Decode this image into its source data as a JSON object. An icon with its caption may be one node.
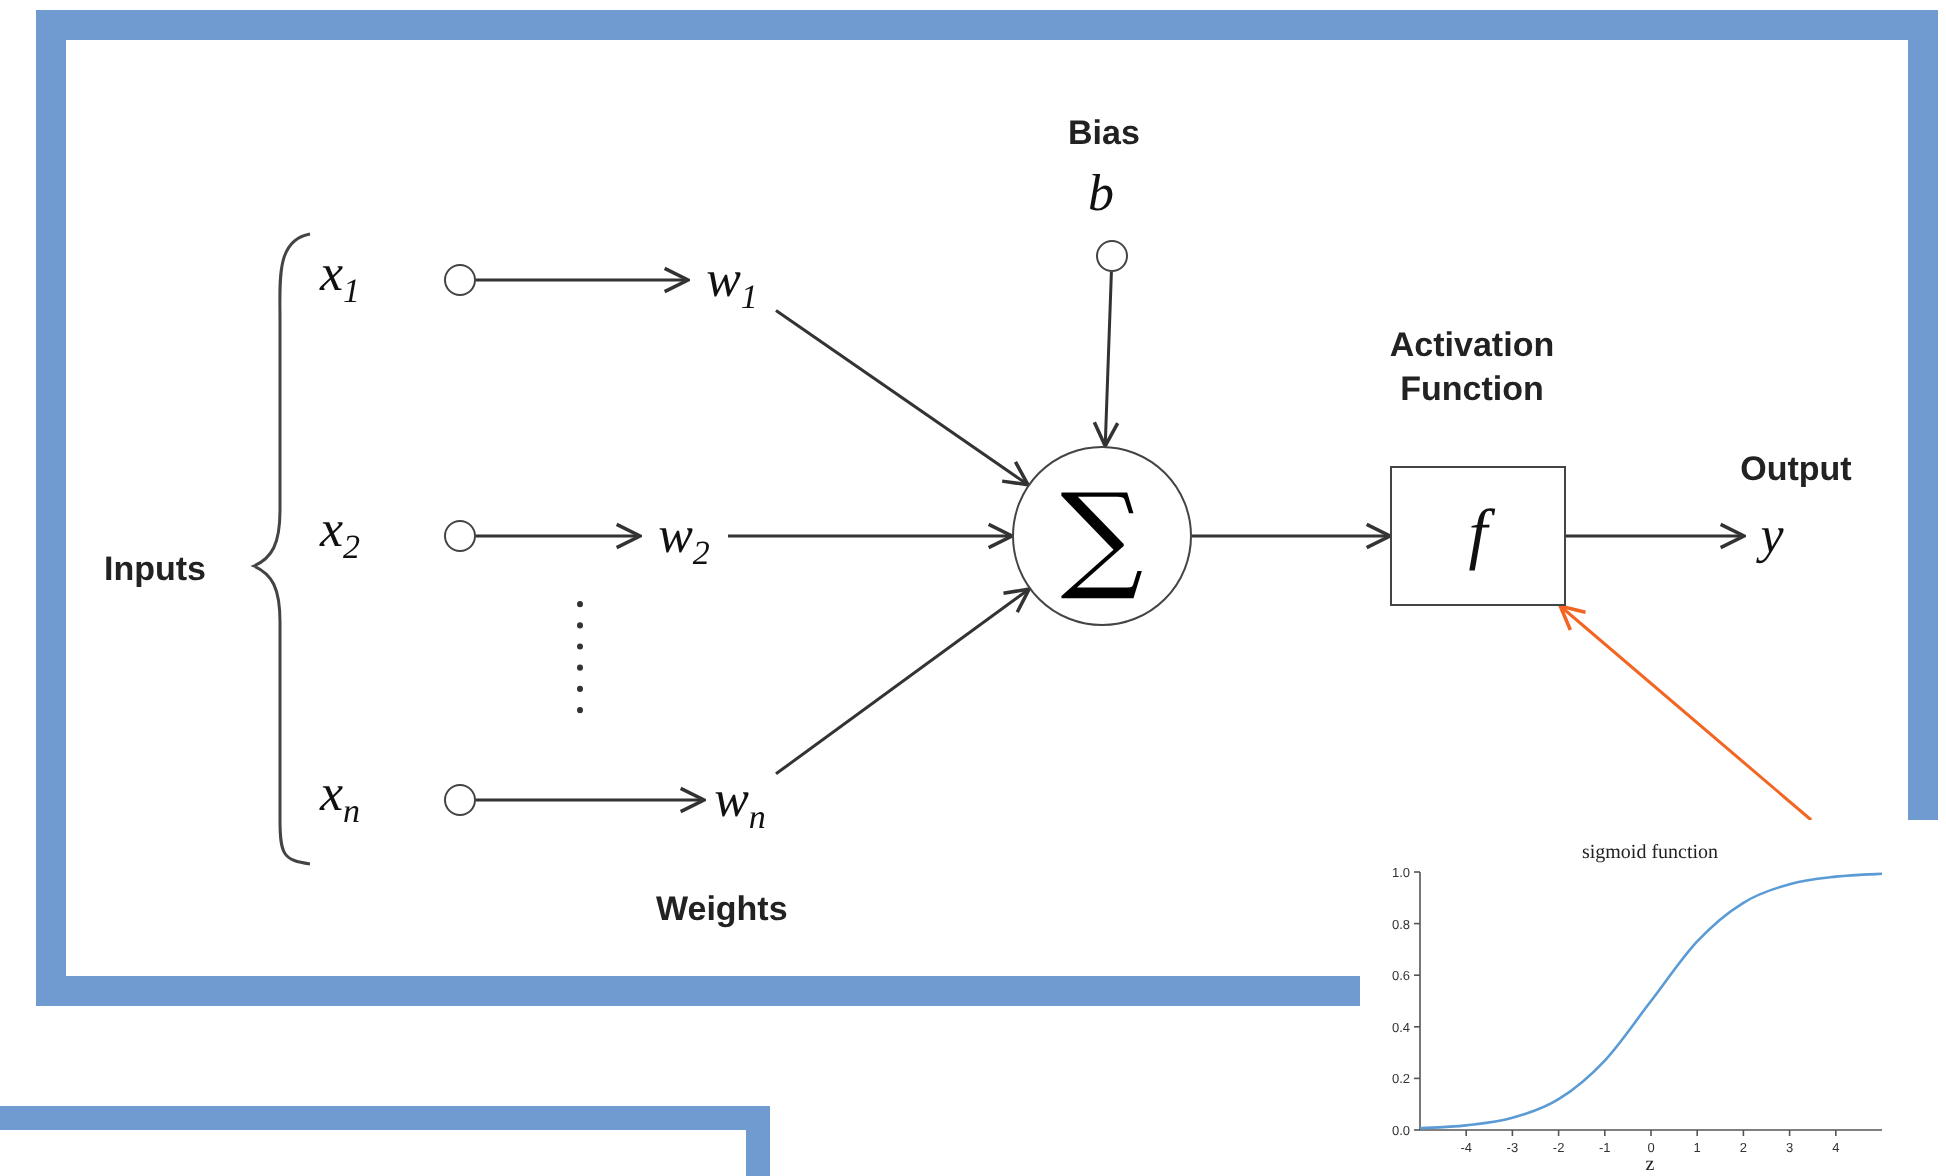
{
  "diagram": {
    "nodes": [
      {
        "text": [],
        "shape": "circle",
        "beside": [
          "x$_{1}$"
        ]
      },
      {
        "text": [],
        "shape": "circle",
        "beside": [
          "x$_{2}$"
        ]
      },
      {
        "text": [],
        "shape": "circle",
        "beside": [
          "x$_{n}$"
        ]
      },
      {
        "text": [
          "w$_{1}$"
        ]
      },
      {
        "text": [
          "w$_{2}$"
        ]
      },
      {
        "text": [
          "w$_{n}$"
        ]
      },
      {
        "text": [],
        "shape": "circle",
        "beside": [
          "Bias",
          "b"
        ]
      },
      {
        "text": [
          "∑"
        ]
      },
      {
        "text": [
          "f"
        ],
        "beside": [
          "Activation Function"
        ]
      },
      {
        "text": [
          "y"
        ],
        "beside": [
          "Output"
        ]
      },
      {
        "text": [],
        "shape": "picture"
      }
    ],
    "edges": [
      {
        "from": 0,
        "to": 3,
        "arrow": "to"
      },
      {
        "from": 1,
        "to": 4,
        "arrow": "to"
      },
      {
        "from": 2,
        "to": 5,
        "arrow": "to"
      },
      {
        "from": 3,
        "to": 7,
        "arrow": "to"
      },
      {
        "from": 4,
        "to": 7,
        "arrow": "to"
      },
      {
        "from": 5,
        "to": 7,
        "arrow": "to"
      },
      {
        "from": 6,
        "to": 7,
        "arrow": "to"
      },
      {
        "from": 7,
        "to": 8,
        "arrow": "to"
      },
      {
        "from": 8,
        "to": 9,
        "arrow": "to"
      },
      {
        "from": 10,
        "to": 8,
        "arrow": "to",
        "color": "#f26522"
      }
    ],
    "labels": [
      "Inputs",
      "Weights"
    ],
    "chart_data": {
      "type": "line",
      "title": "sigmoid function",
      "xlabel": "z",
      "x": [
        -5,
        -4,
        -3,
        -2,
        -1,
        0,
        1,
        2,
        3,
        4,
        5
      ],
      "series": [
        {
          "color": "#5b9bd5",
          "values": [
            0.007,
            0.018,
            0.047,
            0.119,
            0.269,
            0.5,
            0.731,
            0.881,
            0.953,
            0.982,
            0.993
          ]
        }
      ],
      "xlim": [
        -5,
        5
      ],
      "ylim": [
        0,
        1
      ],
      "xticks": [
        -4,
        -3,
        -2,
        -1,
        0,
        1,
        2,
        3,
        4
      ],
      "yticks": [
        {
          "value": 0,
          "label": "0.0"
        },
        {
          "value": 0.2,
          "label": "0.2"
        },
        {
          "value": 0.4,
          "label": "0.4"
        },
        {
          "value": 0.6,
          "label": "0.6"
        },
        {
          "value": 0.8,
          "label": "0.8"
        },
        {
          "value": 1,
          "label": "1.0"
        }
      ]
    }
  }
}
